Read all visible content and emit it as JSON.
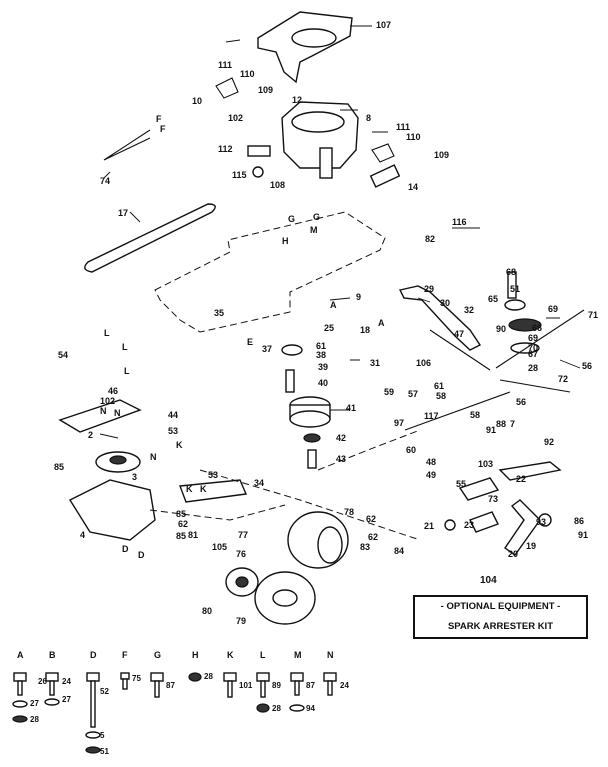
{
  "callouts": [
    {
      "id": "107",
      "text": "107"
    },
    {
      "id": "111a",
      "text": "111"
    },
    {
      "id": "110a",
      "text": "110"
    },
    {
      "id": "109a",
      "text": "109"
    },
    {
      "id": "10",
      "text": "10"
    },
    {
      "id": "12",
      "text": "12"
    },
    {
      "id": "8",
      "text": "8"
    },
    {
      "id": "102a",
      "text": "102"
    },
    {
      "id": "112",
      "text": "112"
    },
    {
      "id": "115",
      "text": "115"
    },
    {
      "id": "108",
      "text": "108"
    },
    {
      "id": "111b",
      "text": "111"
    },
    {
      "id": "110b",
      "text": "110"
    },
    {
      "id": "109b",
      "text": "109"
    },
    {
      "id": "14",
      "text": "14"
    },
    {
      "id": "74",
      "text": "74"
    },
    {
      "id": "Fa",
      "text": "F"
    },
    {
      "id": "Fb",
      "text": "F"
    },
    {
      "id": "17",
      "text": "17"
    },
    {
      "id": "Ga",
      "text": "G"
    },
    {
      "id": "Gb",
      "text": "G"
    },
    {
      "id": "Ha",
      "text": "H"
    },
    {
      "id": "Ma",
      "text": "M"
    },
    {
      "id": "116",
      "text": "116"
    },
    {
      "id": "82",
      "text": "82"
    },
    {
      "id": "9",
      "text": "9"
    },
    {
      "id": "Aa",
      "text": "A"
    },
    {
      "id": "18",
      "text": "18"
    },
    {
      "id": "Ab",
      "text": "A"
    },
    {
      "id": "35",
      "text": "35"
    },
    {
      "id": "Ea",
      "text": "E"
    },
    {
      "id": "25",
      "text": "25"
    },
    {
      "id": "37",
      "text": "37"
    },
    {
      "id": "61a",
      "text": "61"
    },
    {
      "id": "38",
      "text": "38"
    },
    {
      "id": "39",
      "text": "39"
    },
    {
      "id": "40",
      "text": "40"
    },
    {
      "id": "41",
      "text": "41"
    },
    {
      "id": "42",
      "text": "42"
    },
    {
      "id": "43",
      "text": "43"
    },
    {
      "id": "29",
      "text": "29"
    },
    {
      "id": "30",
      "text": "30"
    },
    {
      "id": "32",
      "text": "32"
    },
    {
      "id": "47",
      "text": "47"
    },
    {
      "id": "31",
      "text": "31"
    },
    {
      "id": "106",
      "text": "106"
    },
    {
      "id": "57",
      "text": "57"
    },
    {
      "id": "61b",
      "text": "61"
    },
    {
      "id": "58a",
      "text": "58"
    },
    {
      "id": "59",
      "text": "59"
    },
    {
      "id": "56a",
      "text": "56"
    },
    {
      "id": "58b",
      "text": "58"
    },
    {
      "id": "117",
      "text": "117"
    },
    {
      "id": "97",
      "text": "97"
    },
    {
      "id": "60",
      "text": "60"
    },
    {
      "id": "68",
      "text": "68"
    },
    {
      "id": "51a",
      "text": "51"
    },
    {
      "id": "65",
      "text": "65"
    },
    {
      "id": "69",
      "text": "69"
    },
    {
      "id": "71",
      "text": "71"
    },
    {
      "id": "90",
      "text": "90"
    },
    {
      "id": "66",
      "text": "66"
    },
    {
      "id": "69b",
      "text": "69"
    },
    {
      "id": "70",
      "text": "70"
    },
    {
      "id": "67",
      "text": "67"
    },
    {
      "id": "56b",
      "text": "56"
    },
    {
      "id": "28a",
      "text": "28"
    },
    {
      "id": "72",
      "text": "72"
    },
    {
      "id": "54",
      "text": "54"
    },
    {
      "id": "La",
      "text": "L"
    },
    {
      "id": "Lb",
      "text": "L"
    },
    {
      "id": "Lc",
      "text": "L"
    },
    {
      "id": "46",
      "text": "46"
    },
    {
      "id": "102b",
      "text": "102"
    },
    {
      "id": "Na",
      "text": "N"
    },
    {
      "id": "Nb",
      "text": "N"
    },
    {
      "id": "44",
      "text": "44"
    },
    {
      "id": "53a",
      "text": "53"
    },
    {
      "id": "2",
      "text": "2"
    },
    {
      "id": "Nc",
      "text": "N"
    },
    {
      "id": "Ka",
      "text": "K"
    },
    {
      "id": "85a",
      "text": "85"
    },
    {
      "id": "3",
      "text": "3"
    },
    {
      "id": "53b",
      "text": "53"
    },
    {
      "id": "Kb",
      "text": "K"
    },
    {
      "id": "Kc",
      "text": "K"
    },
    {
      "id": "34",
      "text": "34"
    },
    {
      "id": "85b",
      "text": "85"
    },
    {
      "id": "62a",
      "text": "62"
    },
    {
      "id": "85c",
      "text": "85"
    },
    {
      "id": "81",
      "text": "81"
    },
    {
      "id": "105",
      "text": "105"
    },
    {
      "id": "4",
      "text": "4"
    },
    {
      "id": "Da",
      "text": "D"
    },
    {
      "id": "Db",
      "text": "D"
    },
    {
      "id": "77",
      "text": "77"
    },
    {
      "id": "76",
      "text": "76"
    },
    {
      "id": "78",
      "text": "78"
    },
    {
      "id": "62b",
      "text": "62"
    },
    {
      "id": "62c",
      "text": "62"
    },
    {
      "id": "83",
      "text": "83"
    },
    {
      "id": "84",
      "text": "84"
    },
    {
      "id": "80",
      "text": "80"
    },
    {
      "id": "79",
      "text": "79"
    },
    {
      "id": "48",
      "text": "48"
    },
    {
      "id": "49",
      "text": "49"
    },
    {
      "id": "91a",
      "text": "91"
    },
    {
      "id": "88",
      "text": "88"
    },
    {
      "id": "7",
      "text": "7"
    },
    {
      "id": "92",
      "text": "92"
    },
    {
      "id": "103",
      "text": "103"
    },
    {
      "id": "55",
      "text": "55"
    },
    {
      "id": "73",
      "text": "73"
    },
    {
      "id": "22",
      "text": "22"
    },
    {
      "id": "21",
      "text": "21"
    },
    {
      "id": "23",
      "text": "23"
    },
    {
      "id": "93",
      "text": "93"
    },
    {
      "id": "20",
      "text": "20"
    },
    {
      "id": "19",
      "text": "19"
    },
    {
      "id": "86",
      "text": "86"
    },
    {
      "id": "91b",
      "text": "91"
    },
    {
      "id": "104",
      "text": "104"
    }
  ],
  "optional_box": {
    "line1": "- OPTIONAL EQUIPMENT -",
    "line2": "SPARK ARRESTER KIT",
    "ref": "104"
  },
  "hardware_legend": [
    {
      "letter": "A",
      "parts": [
        "26",
        "27",
        "28"
      ]
    },
    {
      "letter": "B",
      "parts": [
        "24",
        "27"
      ]
    },
    {
      "letter": "D",
      "parts": [
        "52",
        "5",
        "51"
      ]
    },
    {
      "letter": "F",
      "parts": [
        "75"
      ]
    },
    {
      "letter": "G",
      "parts": [
        "87"
      ]
    },
    {
      "letter": "H",
      "parts": [
        "28"
      ]
    },
    {
      "letter": "K",
      "parts": [
        "101"
      ]
    },
    {
      "letter": "L",
      "parts": [
        "89",
        "28"
      ]
    },
    {
      "letter": "M",
      "parts": [
        "87",
        "94"
      ]
    },
    {
      "letter": "N",
      "parts": [
        "24"
      ]
    }
  ]
}
